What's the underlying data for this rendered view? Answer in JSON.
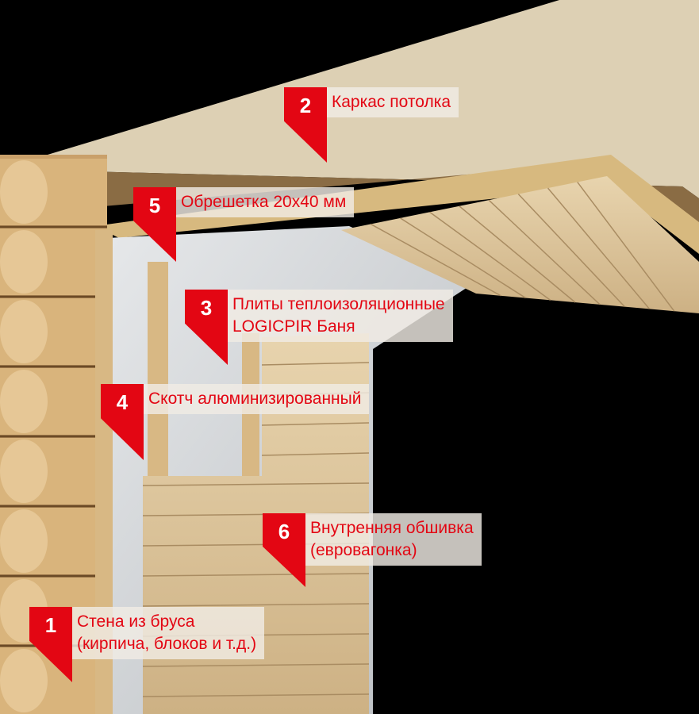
{
  "colors": {
    "accent": "#e30613",
    "label_bg": "#f0ece4"
  },
  "callouts": [
    {
      "number": "1",
      "lines": [
        "Стена из бруса",
        "(кирпича, блоков и т.д.)"
      ]
    },
    {
      "number": "2",
      "lines": [
        "Каркас потолка"
      ]
    },
    {
      "number": "3",
      "lines": [
        "Плиты теплоизоляционные",
        "LOGICPIR Баня"
      ]
    },
    {
      "number": "4",
      "lines": [
        "Скотч алюминизированный"
      ]
    },
    {
      "number": "5",
      "lines": [
        "Обрешетка 20х40 мм"
      ]
    },
    {
      "number": "6",
      "lines": [
        "Внутренняя обшивка",
        "(евровагонка)"
      ]
    }
  ]
}
